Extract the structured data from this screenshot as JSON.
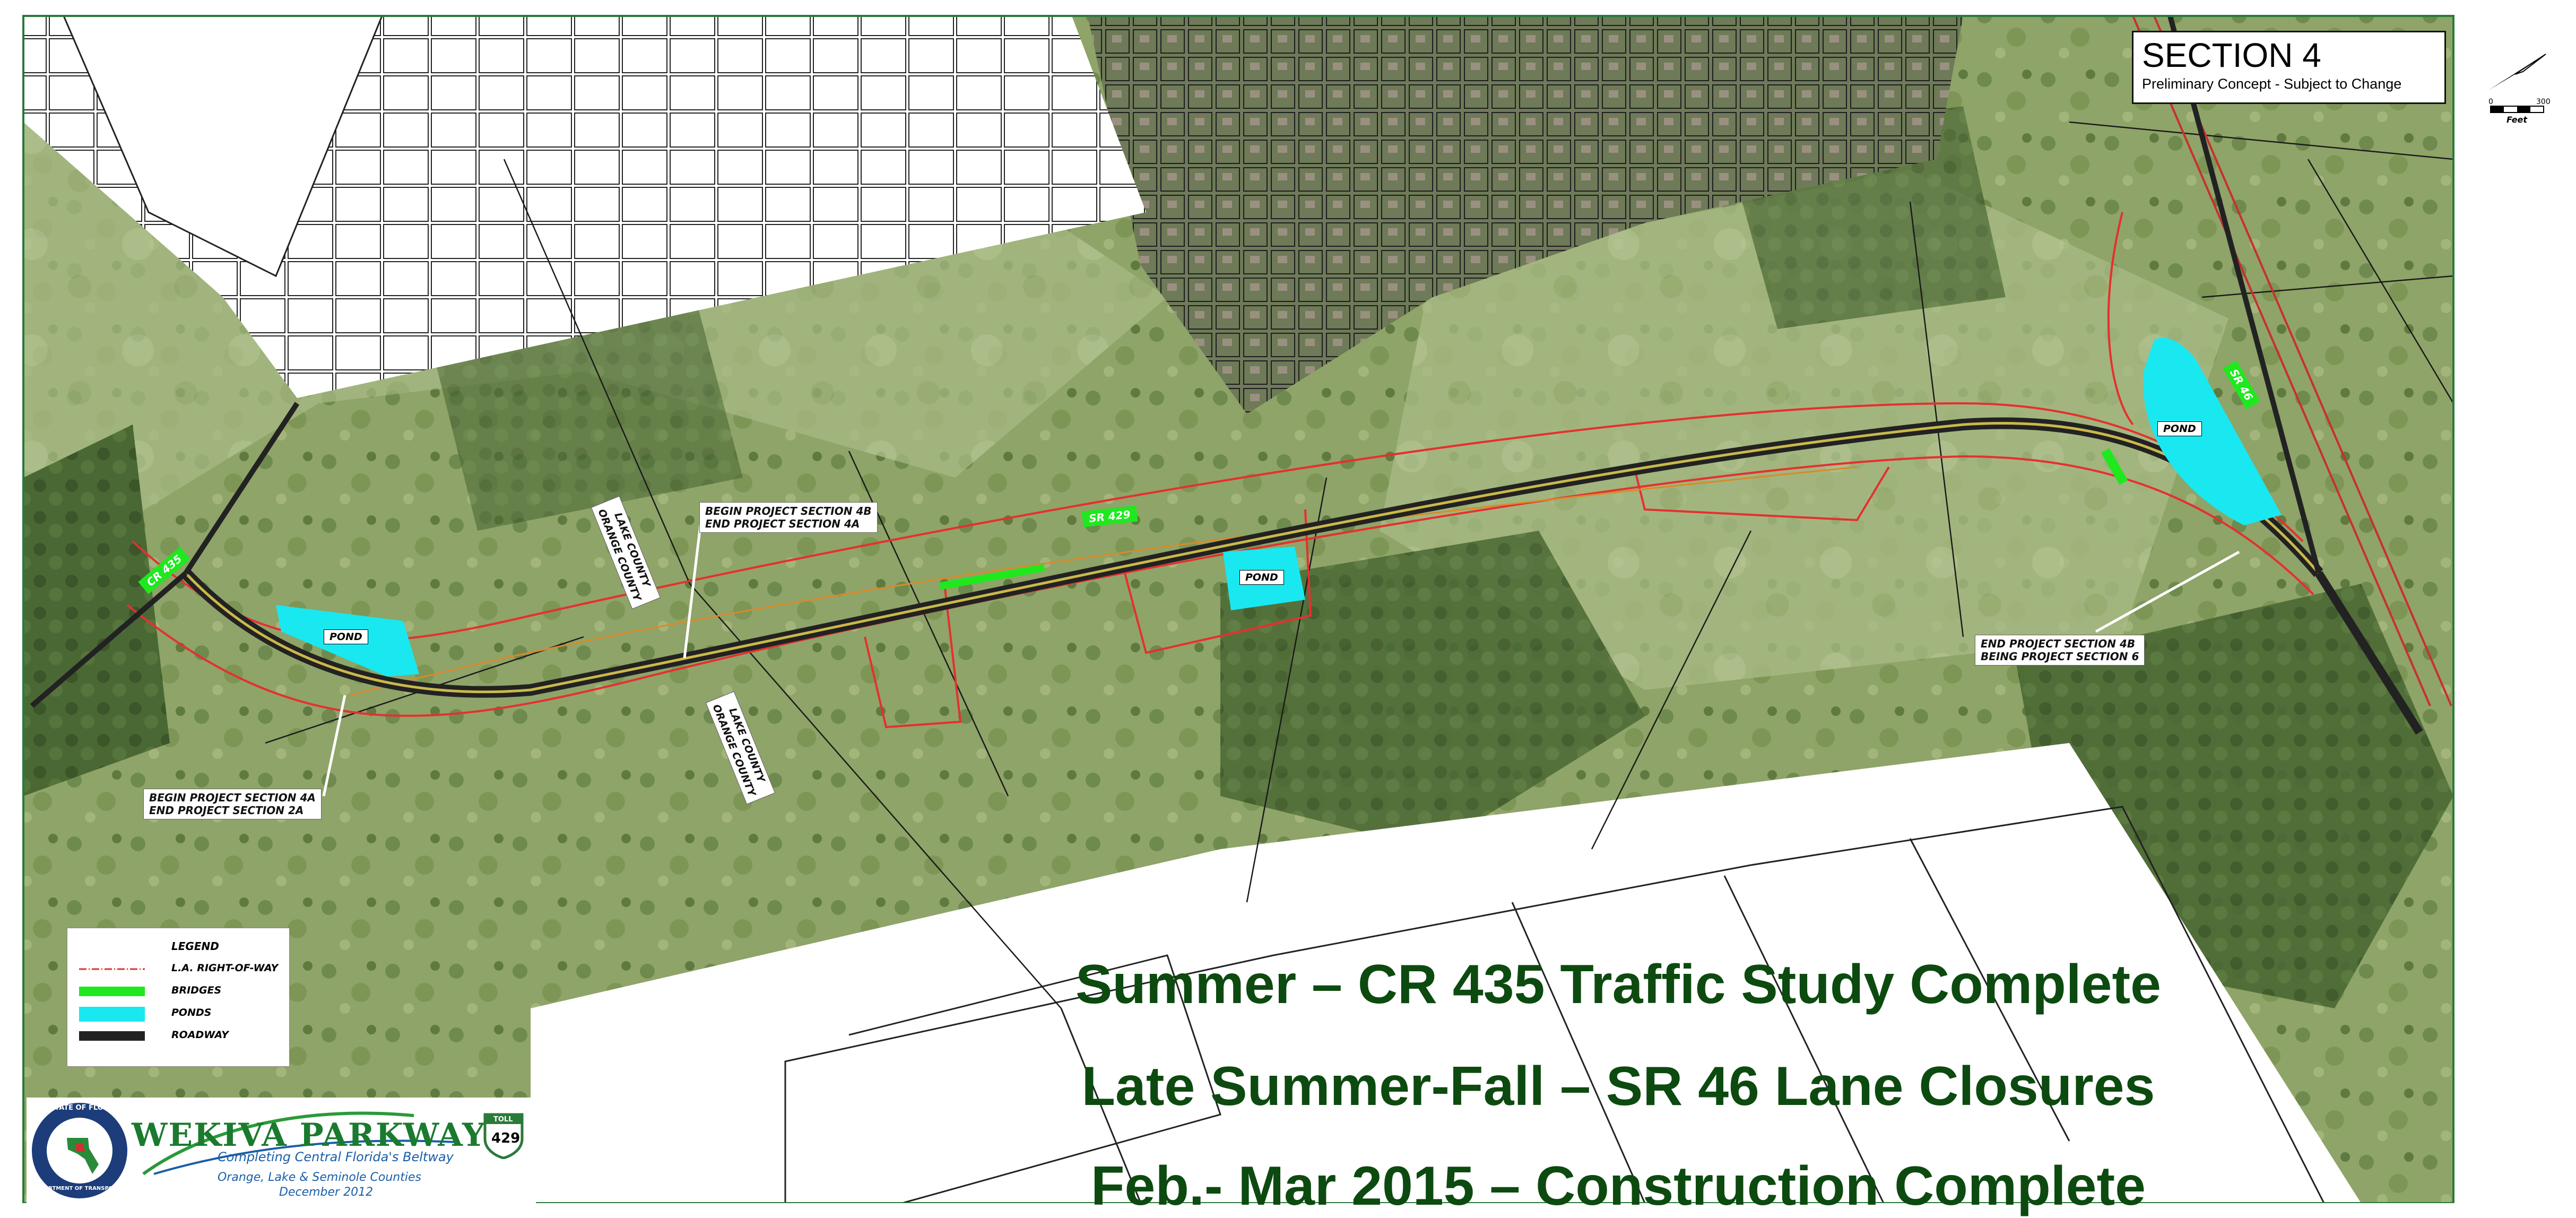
{
  "section": {
    "title": "SECTION 4",
    "subtitle": "Preliminary Concept  -  Subject to Change"
  },
  "scale": {
    "min": "0",
    "max": "300",
    "unit": "Feet"
  },
  "roads": {
    "cr435": "CR 435",
    "sr429": "SR 429",
    "sr46": "SR 46"
  },
  "ponds": [
    "POND",
    "POND",
    "POND"
  ],
  "county_labels": {
    "a": [
      "LAKE COUNTY",
      "ORANGE COUNTY"
    ],
    "b": [
      "LAKE COUNTY",
      "ORANGE COUNTY"
    ]
  },
  "callouts": {
    "begin_4a": [
      "BEGIN PROJECT SECTION 4A",
      "END PROJECT SECTION 2A"
    ],
    "begin_4b": [
      "BEGIN PROJECT SECTION 4B",
      "END PROJECT SECTION 4A"
    ],
    "end_4b": [
      "END PROJECT SECTION 4B",
      "BEING PROJECT SECTION 6"
    ]
  },
  "legend": {
    "title": "LEGEND",
    "items": [
      {
        "label": "L.A. RIGHT-OF-WAY",
        "color": "#e53030"
      },
      {
        "label": "BRIDGES",
        "color": "#1fe81f"
      },
      {
        "label": "PONDS",
        "color": "#19e8f0"
      },
      {
        "label": "ROADWAY",
        "color": "#222222"
      }
    ]
  },
  "headlines": [
    "Summer – CR 435 Traffic Study Complete",
    "Late Summer-Fall – SR 46 Lane Closures",
    "Feb.- Mar 2015 – Construction Complete"
  ],
  "logo": {
    "seal_top": "STATE OF FLORIDA",
    "seal_bottom": "DEPARTMENT OF TRANSPORTATION",
    "name": "WEKIVA PARKWAY",
    "tagline": "Completing Central Florida's Beltway",
    "counties": "Orange, Lake & Seminole Counties",
    "date": "December 2012",
    "toll": "TOLL",
    "route": "429"
  },
  "colors": {
    "headline": "#0d4a10",
    "right_of_way": "#e53030",
    "bridge": "#1fe81f",
    "pond": "#19e8f0",
    "roadway": "#222222",
    "frame": "#2a7a3a"
  }
}
